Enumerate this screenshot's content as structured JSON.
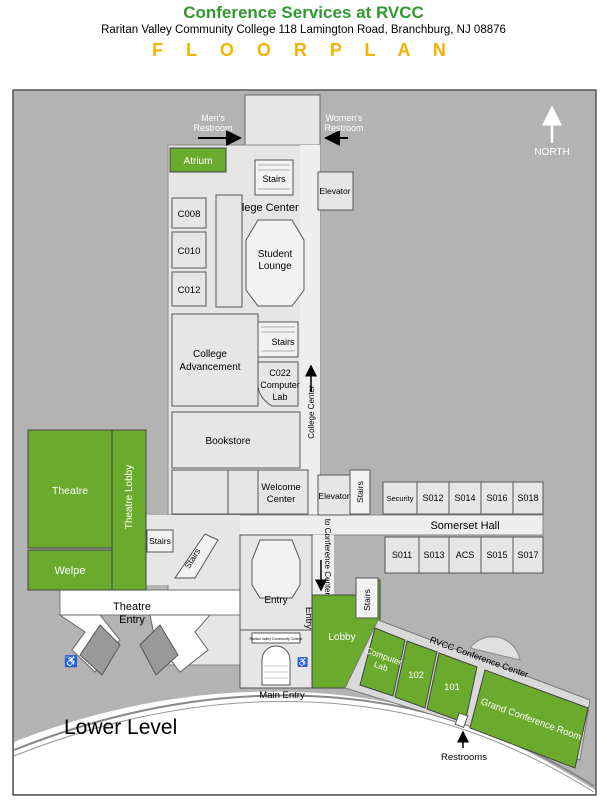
{
  "header": {
    "title": "Conference Services at RVCC",
    "address": "Raritan Valley Community College 118 Lamington Road, Branchburg, NJ 08876",
    "floor_plan": "F L O O R   P L A N"
  },
  "compass": {
    "label": "NORTH"
  },
  "restrooms": {
    "mens_1": "Men's",
    "mens_2": "Restroom",
    "womens_1": "Women's",
    "womens_2": "Restroom"
  },
  "rooms": {
    "atrium": "Atrium",
    "stairs": "Stairs",
    "elevator": "Elevator",
    "college_center": "College Center",
    "c008": "C008",
    "c010": "C010",
    "c012": "C012",
    "student_lounge_1": "Student",
    "student_lounge_2": "Lounge",
    "college_adv_1": "College",
    "college_adv_2": "Advancement",
    "c022_1": "C022",
    "c022_2": "Computer",
    "c022_3": "Lab",
    "bookstore": "Bookstore",
    "welcome_1": "Welcome",
    "welcome_2": "Center",
    "theatre": "Theatre",
    "theatre_lobby": "Theatre Lobby",
    "welpe": "Welpe",
    "theatre_entry_1": "Theatre",
    "theatre_entry_2": "Entry",
    "somerset_hall": "Somerset Hall",
    "security": "Security",
    "s012": "S012",
    "s014": "S014",
    "s016": "S016",
    "s018": "S018",
    "s011": "S011",
    "s013": "S013",
    "acs": "ACS",
    "s015": "S015",
    "s017": "S017",
    "entry": "Entry",
    "entry_side": "Entry",
    "lobby": "Lobby",
    "computer_lab_1": "Computer",
    "computer_lab_2": "Lab",
    "r102": "102",
    "r101": "101",
    "grand_conf": "Grand Conference Room",
    "main_entry": "Main Entry",
    "restrooms": "Restrooms",
    "sign": "Raritan Valley Community College"
  },
  "corridors": {
    "college_center_corr": "College Center",
    "to_conf_center": "to Conference Center",
    "rvcc_conf_center": "RVCC Conference Center"
  },
  "level": "Lower Level",
  "colors": {
    "green": "#6aaa2c",
    "grey": "#b3b3b3",
    "corridor": "#e6e6e6",
    "gold": "#f6b200",
    "title_green": "#2e9a2e"
  }
}
